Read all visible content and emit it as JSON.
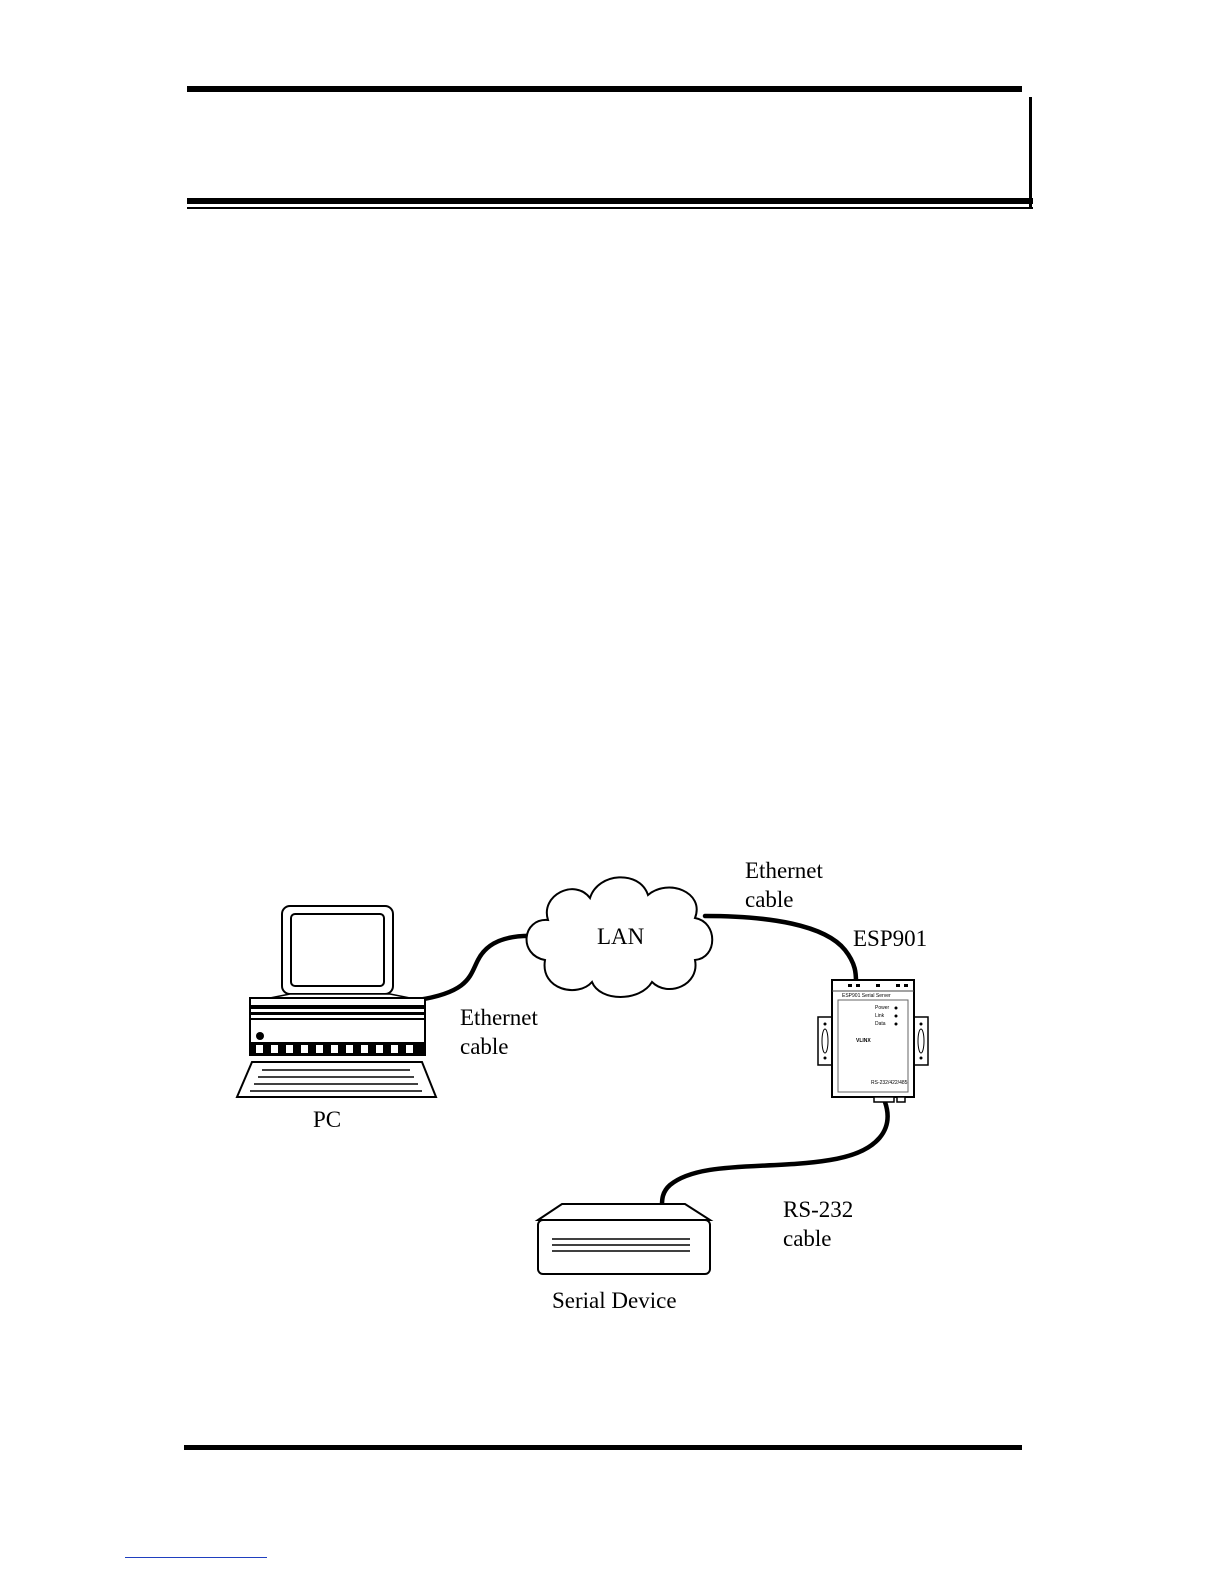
{
  "diagram": {
    "labels": {
      "lan": "LAN",
      "pc": "PC",
      "esp901": "ESP901",
      "serial_device": "Serial Device",
      "ethernet_cable_top": "Ethernet\ncable",
      "ethernet_cable_left": "Ethernet\ncable",
      "rs232_cable": "RS-232\ncable"
    },
    "device_panel": {
      "title": "ESP901 Serial Server",
      "led_power": "Power",
      "led_link": "Link",
      "led_data": "Data",
      "brand": "VLINX",
      "port_label": "RS-232/422/485"
    }
  }
}
